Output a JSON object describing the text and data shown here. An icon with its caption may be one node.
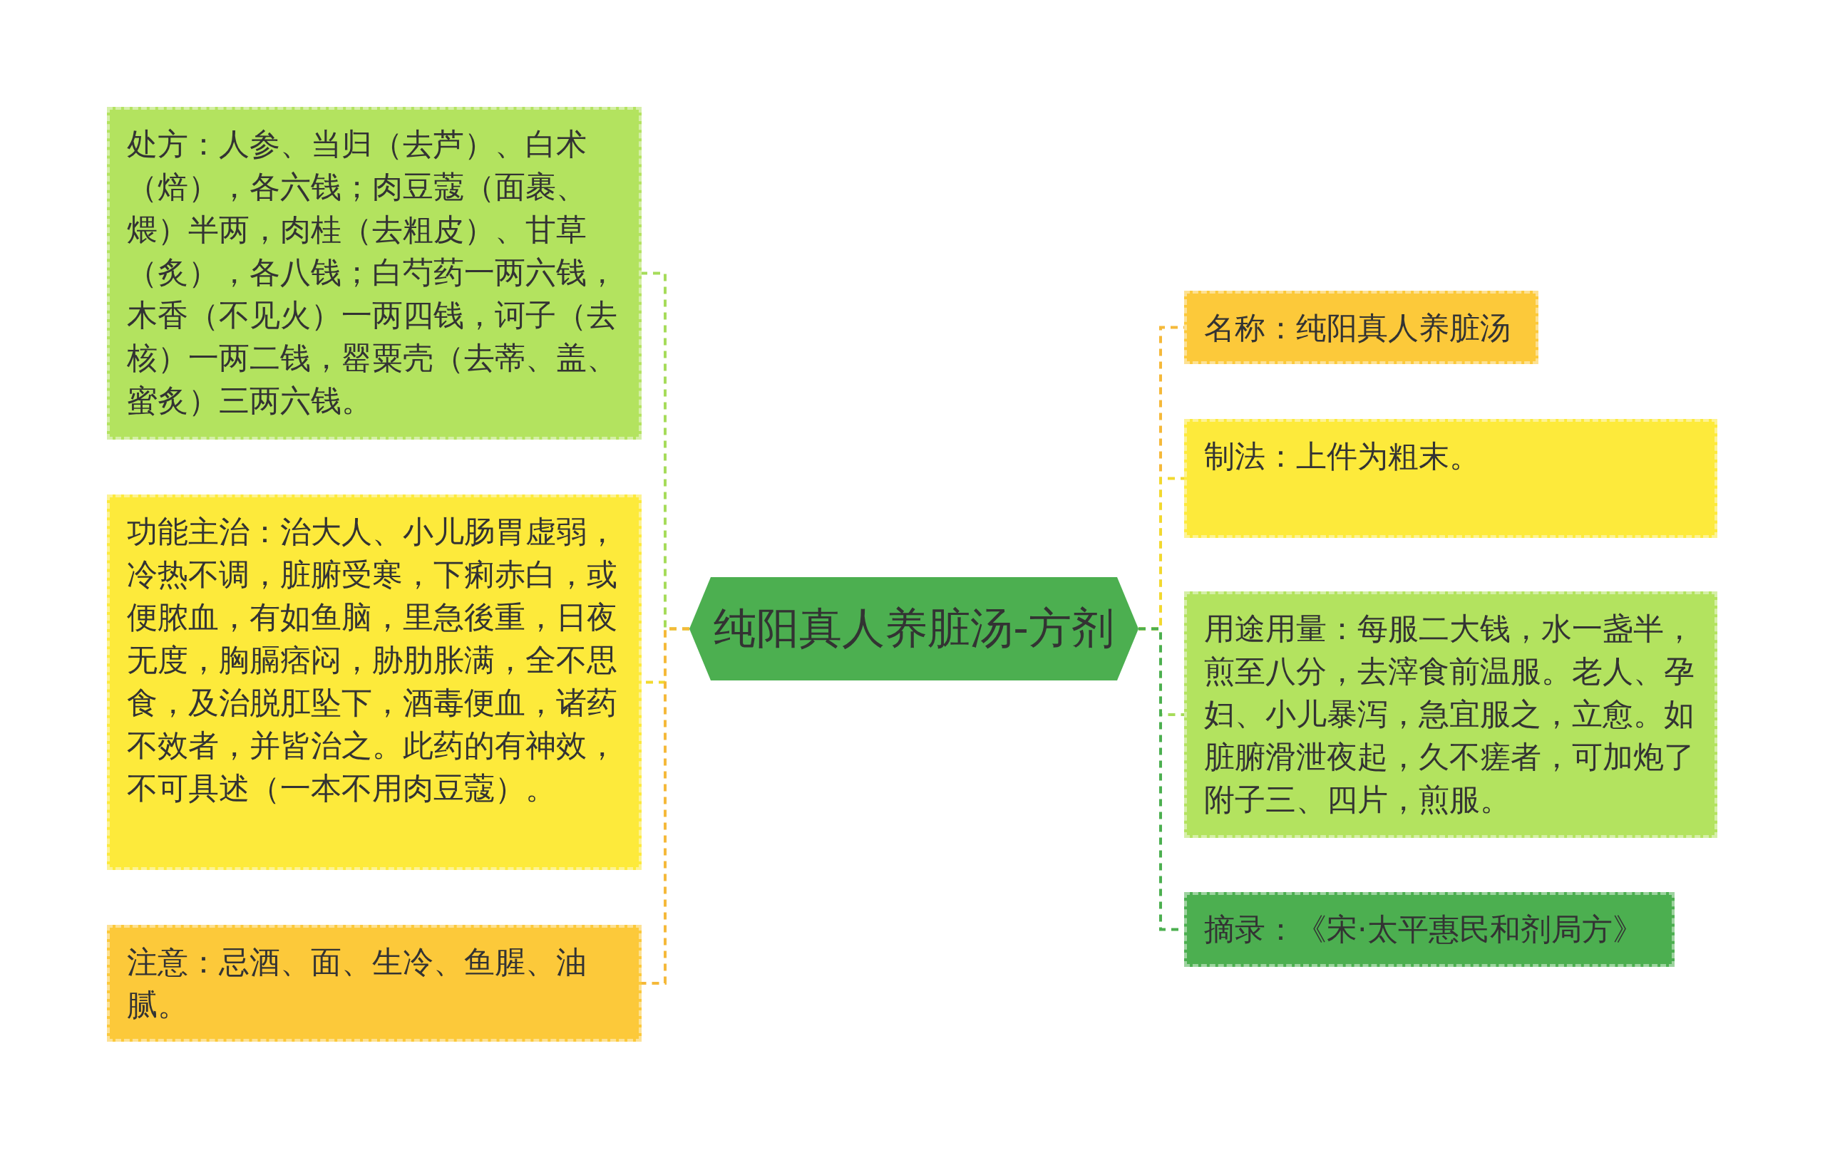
{
  "diagram": {
    "nodes": [
      {
        "text": [
          "纯阳真人养脏汤-方剂"
        ]
      },
      {
        "text": [
          "处方：人参、当归（去芦）、白术（焙），各六钱；肉豆蔻（面裹、煨）半两，肉桂（去粗皮）、甘草（炙），各八钱；白芍药一两六钱，木香（不见火）一两四钱，诃子（去核）一两二钱，罂粟壳（去蒂、盖、蜜炙）三两六钱。"
        ]
      },
      {
        "text": [
          "功能主治：治大人、小儿肠胃虚弱，冷热不调，脏腑受寒，下痢赤白，或便脓血，有如鱼脑，里急後重，日夜无度，胸膈痞闷，胁肋胀满，全不思食，及治脱肛坠下，酒毒便血，诸药不效者，并皆治之。此药的有神效，不可具述（一本不用肉豆蔻）。"
        ]
      },
      {
        "text": [
          "注意：忌酒、面、生冷、鱼腥、油腻。"
        ]
      },
      {
        "text": [
          "名称：纯阳真人养脏汤"
        ]
      },
      {
        "text": [
          "制法：上件为粗末。"
        ]
      },
      {
        "text": [
          "用途用量：每服二大钱，水一盏半，煎至八分，去滓食前温服。老人、孕妇、小儿暴泻，急宜服之，立愈。如脏腑滑泄夜起，久不瘥者，可加炮了附子三、四片，煎服。"
        ]
      },
      {
        "text": [
          "摘录：《宋·太平惠民和剂局方》"
        ]
      }
    ],
    "edges": [
      {
        "from": 0,
        "to": 1,
        "arrow": "none",
        "style": "dashed",
        "color": "#a6dc5a"
      },
      {
        "from": 0,
        "to": 2,
        "arrow": "none",
        "style": "dashed",
        "color": "#f2d92e"
      },
      {
        "from": 0,
        "to": 3,
        "arrow": "none",
        "style": "dashed",
        "color": "#f5b93a"
      },
      {
        "from": 0,
        "to": 4,
        "arrow": "none",
        "style": "dashed",
        "color": "#f5b93a"
      },
      {
        "from": 0,
        "to": 5,
        "arrow": "none",
        "style": "dashed",
        "color": "#f2d92e"
      },
      {
        "from": 0,
        "to": 6,
        "arrow": "none",
        "style": "dashed",
        "color": "#a6dc5a"
      },
      {
        "from": 0,
        "to": 7,
        "arrow": "none",
        "style": "dashed",
        "color": "#4caf50"
      }
    ]
  }
}
